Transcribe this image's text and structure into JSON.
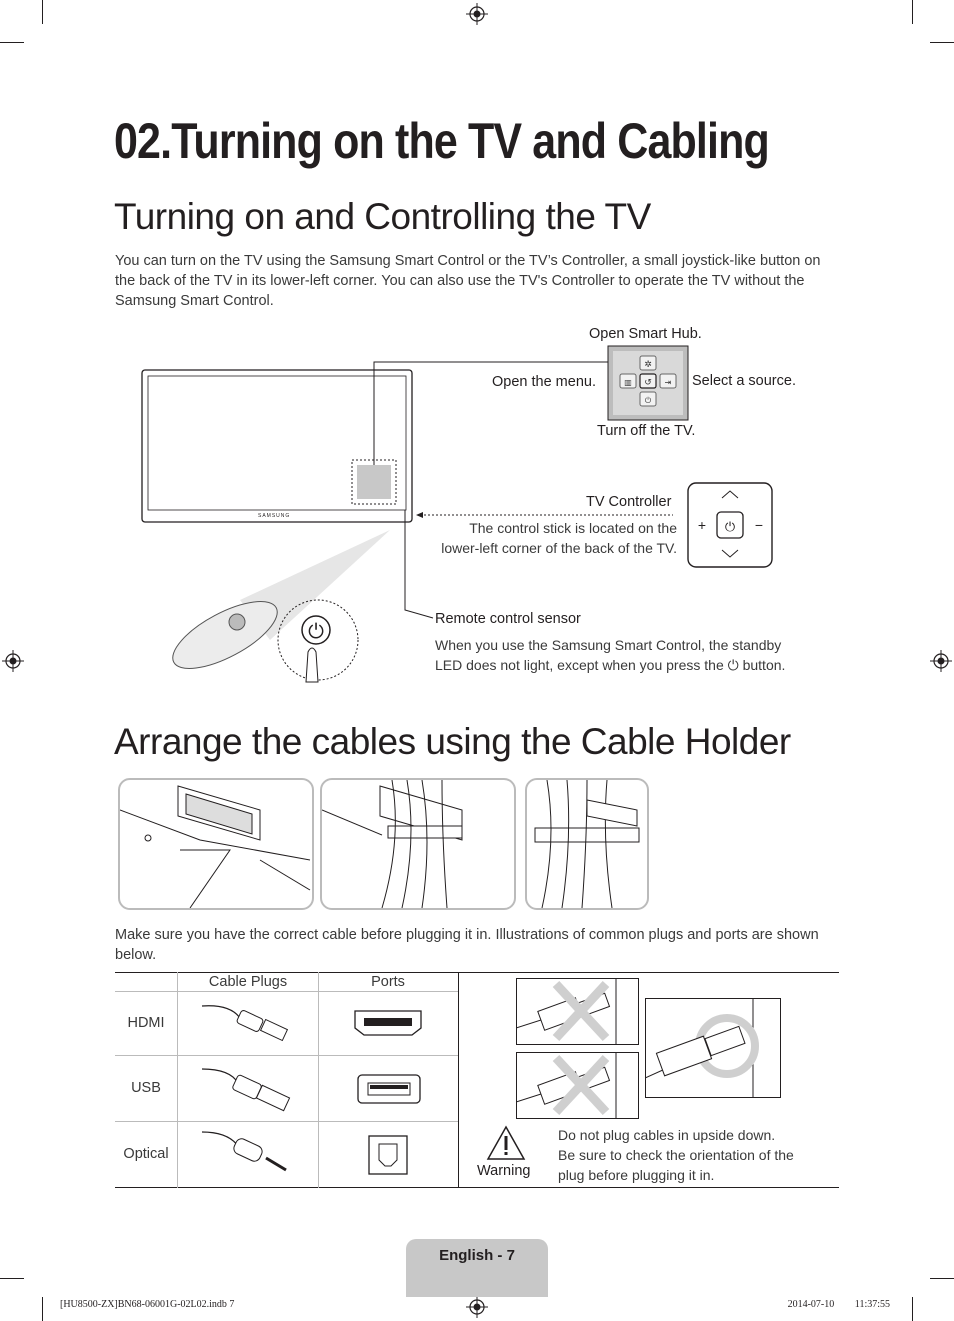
{
  "header": {
    "title": "02.Turning on the TV and Cabling"
  },
  "section1": {
    "heading": "Turning on and Controlling the TV",
    "intro": "You can turn on the TV using the Samsung Smart Control or the TV’s Controller, a small joystick-like button on the back of the TV in its lower-left corner. You can also use the TV's Controller to operate the TV without the Samsung Smart Control.",
    "tv_brand": "SAMSUNG",
    "callouts": {
      "open_smart_hub": "Open Smart Hub.",
      "open_menu": "Open the menu.",
      "select_source": "Select a source.",
      "turn_off": "Turn off the TV."
    },
    "tv_controller": {
      "title": "TV Controller",
      "line1": "The control stick is located on the",
      "line2": "lower-left corner of the back of the TV."
    },
    "remote_sensor": {
      "title": "Remote control sensor",
      "line1": "When you use the Samsung Smart Control, the standby",
      "line2_before": "LED does not light, except when you press the",
      "line2_after": "button."
    },
    "icons": [
      "smart-hub-icon",
      "menu-icon",
      "return-icon",
      "source-icon",
      "power-icon"
    ]
  },
  "section2": {
    "heading": "Arrange the cables using the Cable Holder",
    "intro": "Make sure you have the correct cable before plugging it in. Illustrations of common plugs and ports are shown below.",
    "table": {
      "headers": [
        "",
        "Cable Plugs",
        "Ports"
      ],
      "rows": [
        {
          "name": "HDMI"
        },
        {
          "name": "USB"
        },
        {
          "name": "Optical"
        }
      ]
    },
    "warning": {
      "label": "Warning",
      "line1": "Do not plug cables in upside down.",
      "line2": "Be sure to check the orientation of the",
      "line3": "plug before plugging it in."
    }
  },
  "footer": {
    "page_label": "English - 7",
    "file_slug": "[HU8500-ZX]BN68-06001G-02L02.indb   7",
    "timestamp": "2014-07-10   ￿￿ 11:37:55"
  }
}
